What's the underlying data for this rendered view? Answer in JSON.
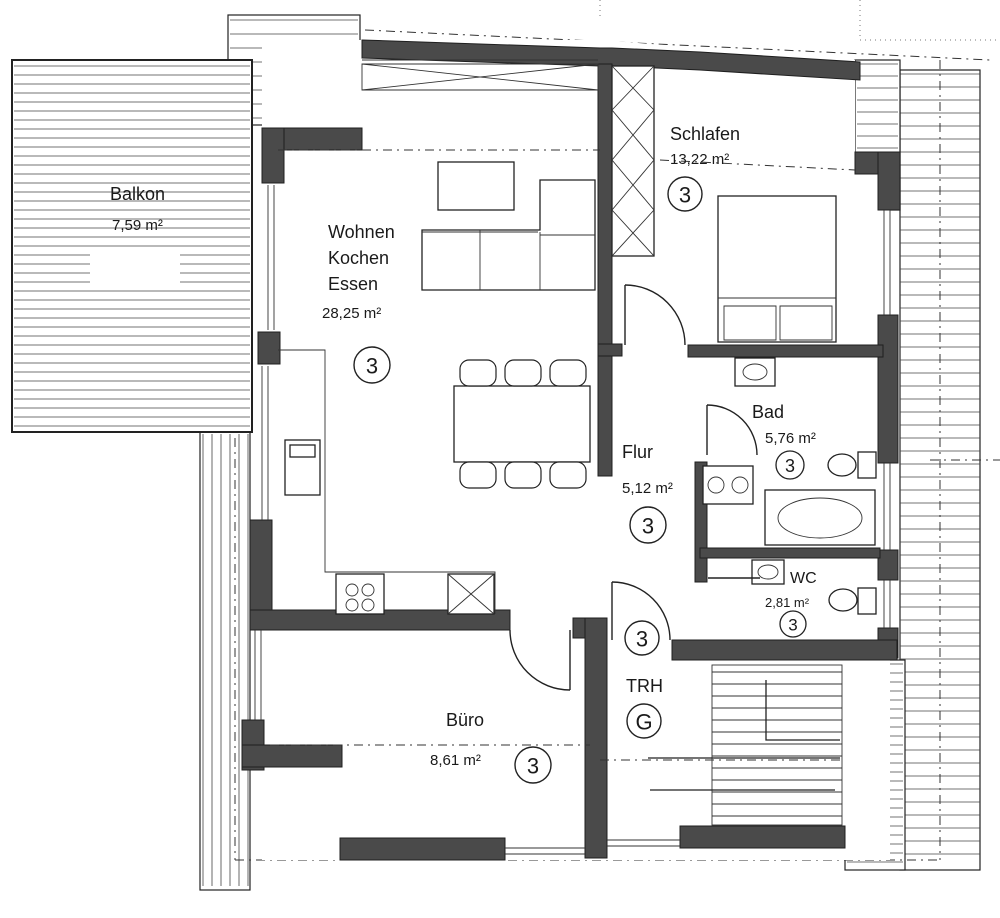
{
  "rooms": {
    "balkon": {
      "name": "Balkon",
      "area": "7,59 m²"
    },
    "wohnen": {
      "name_lines": [
        "Wohnen",
        "Kochen",
        "Essen"
      ],
      "area": "28,25 m²",
      "category": "3"
    },
    "schlafen": {
      "name": "Schlafen",
      "area": "13,22 m²",
      "category": "3"
    },
    "bad": {
      "name": "Bad",
      "area": "5,76 m²",
      "category": "3"
    },
    "flur": {
      "name": "Flur",
      "area": "5,12 m²",
      "category": "3"
    },
    "wc": {
      "name": "WC",
      "area": "2,81 m²",
      "category": "3"
    },
    "trh": {
      "name": "TRH",
      "category": "3",
      "category_2": "G"
    },
    "buero": {
      "name": "Büro",
      "area": "8,61 m²",
      "category": "3"
    }
  },
  "colors": {
    "wall": "#4a4a4a",
    "line": "#222222",
    "background": "#ffffff"
  }
}
